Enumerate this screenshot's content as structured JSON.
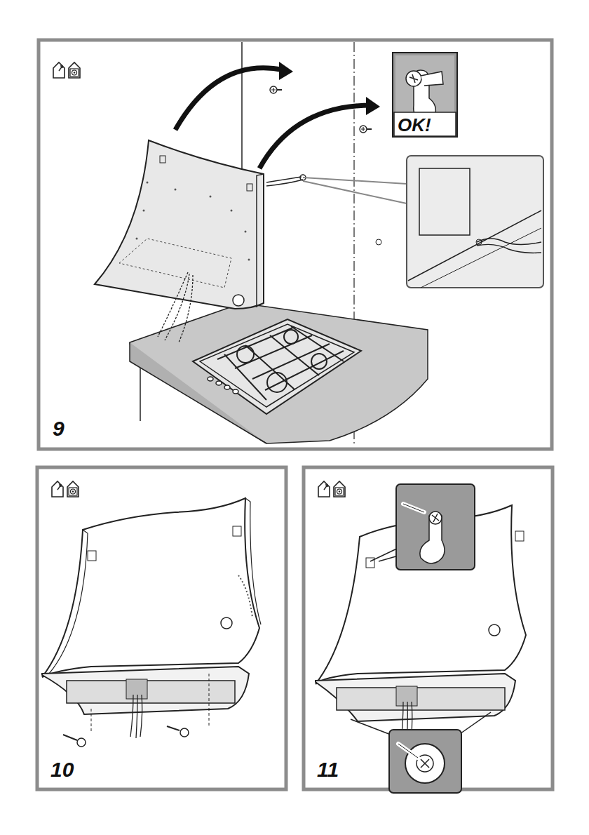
{
  "diagram": {
    "labels": [
      "OK!",
      "9",
      "10",
      "11"
    ]
  }
}
